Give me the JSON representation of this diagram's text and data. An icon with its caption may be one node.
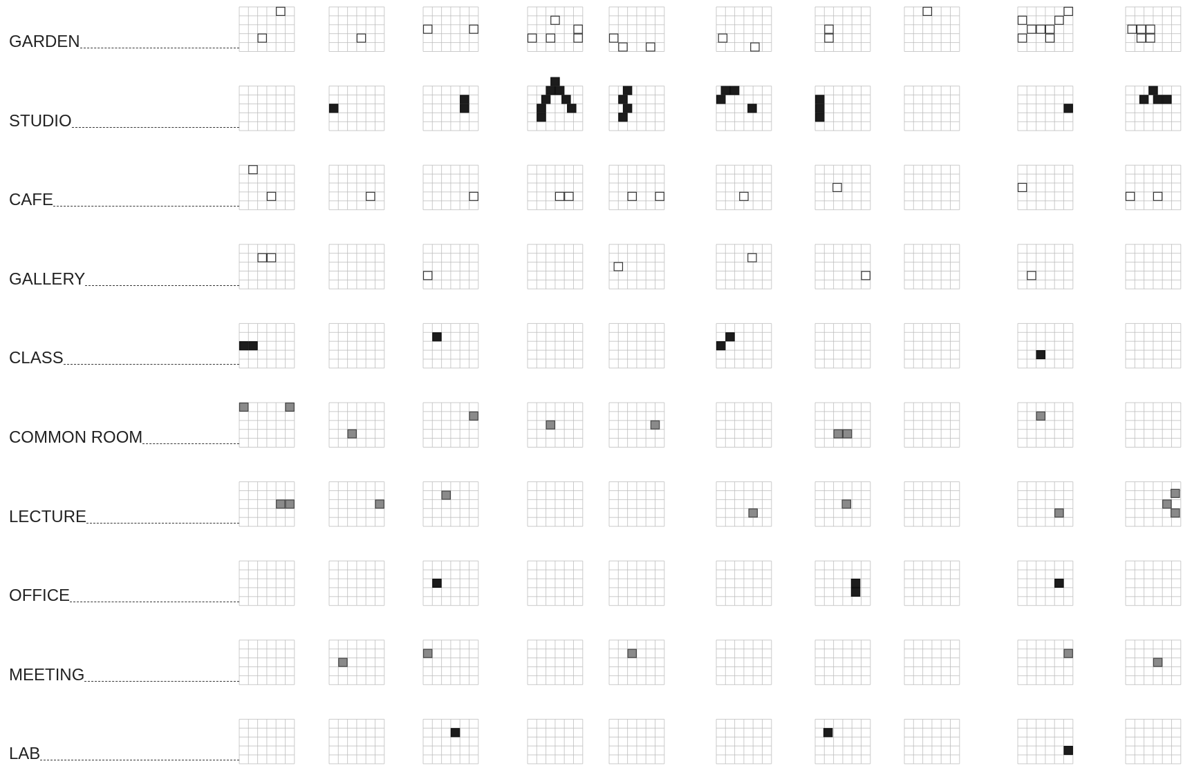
{
  "diagram": {
    "labels": [
      "GARDEN",
      "STUDIO",
      "CAFE",
      "GALLERY",
      "CLASS",
      "COMMON ROOM",
      "LECTURE",
      "OFFICE",
      "MEETING",
      "LAB"
    ]
  }
}
